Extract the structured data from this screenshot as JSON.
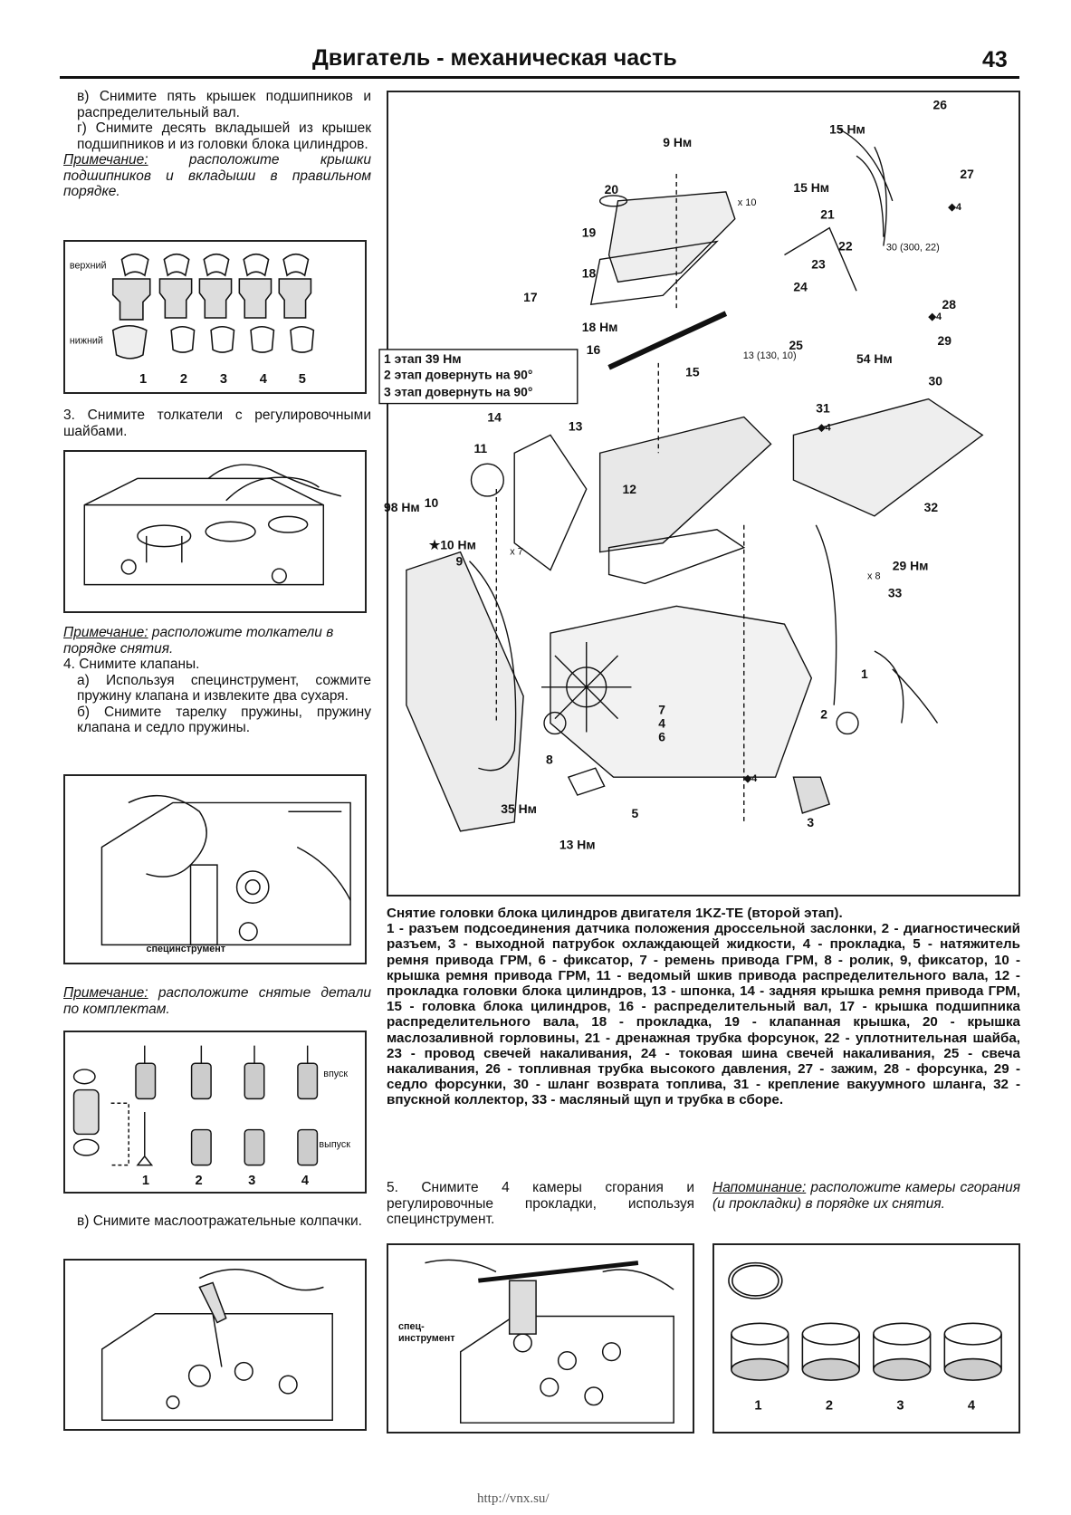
{
  "header": {
    "title": "Двигатель - механическая часть",
    "page_number": "43"
  },
  "left": {
    "p1": "в) Снимите пять крышек подшипников и распределительный вал.",
    "p2": "г) Снимите десять вкладышей из крышек подшипников и из головки блока цилиндров.",
    "note1_label": "Примечание:",
    "note1_text": " расположите крышки подшипников и вкладыши в правильном порядке.",
    "fig1": {
      "upper": "верхний",
      "lower": "нижний",
      "n1": "1",
      "n2": "2",
      "n3": "3",
      "n4": "4",
      "n5": "5"
    },
    "step3": "3. Снимите толкатели с регулировочными шайбами.",
    "note2_label": "Примечание:",
    "note2_text": " расположите толкатели в порядке снятия.",
    "step4": "4. Снимите клапаны.",
    "step4a": "а) Используя специнструмент, сожмите пружину клапана и извлеките два сухаря.",
    "step4b": "б) Снимите тарелку пружины, пружину клапана и седло пружины.",
    "fig3_label": "специнструмент",
    "note3_label": "Примечание:",
    "note3_text": " расположите снятые детали по комплектам.",
    "fig4": {
      "intake": "впуск",
      "exhaust": "выпуск",
      "n1": "1",
      "n2": "2",
      "n3": "3",
      "n4": "4"
    },
    "step4v": "в) Снимите маслоотражательные колпачки."
  },
  "diagram": {
    "torque_box": [
      "1 этап 39 Нм",
      "2 этап довернуть на 90°",
      "3 этап довернуть на 90°"
    ],
    "t_9nm": "9 Нм",
    "t_x10": "x 10",
    "t_15nm_a": "15 Нм",
    "t_15nm_b": "15 Нм",
    "t_18nm": "18 Нм",
    "t_98nm": "98 Нм",
    "t_10nm": "★10 Нм",
    "t_x7": "x 7",
    "t_54nm": "54 Нм",
    "t_29nm": "29 Нм",
    "t_x8": "x 8",
    "t_35nm": "35 Нм",
    "t_13nm": "13 Нм",
    "box_30": "30 (300, 22)",
    "box_13": "13 (130, 10)",
    "d4": "◆4"
  },
  "caption": {
    "title": "Снятие головки блока цилиндров двигателя 1KZ-TE (второй этап).",
    "body": "1 - разъем подсоединения датчика положения дроссельной заслонки, 2 - диагностический разъем, 3 - выходной патрубок охлаждающей жидкости, 4 - прокладка, 5 - натяжитель ремня привода ГРМ, 6 - фиксатор, 7 - ремень привода ГРМ, 8 - ролик, 9, фиксатор, 10 - крышка ремня привода ГРМ, 11 - ведомый шкив привода распределительного вала, 12 - прокладка головки блока цилиндров, 13 - шпонка, 14 - задняя крышка ремня привода ГРМ, 15 - головка блока цилиндров, 16 - распределительный вал, 17 - крышка подшипника распределительного вала, 18 - прокладка, 19 - клапанная крышка, 20 - крышка маслозаливной горловины, 21 - дренажная трубка форсунок, 22 - уплотнительная шайба, 23 - провод свечей накаливания, 24 - токовая шина свечей накаливания, 25 - свеча накаливания, 26 - топливная трубка высокого давления, 27 - зажим, 28 - форсунка, 29 - седло форсунки, 30 - шланг возврата топлива, 31 - крепление вакуумного шланга, 32 - впускной коллектор, 33 - масляный щуп и трубка в сборе."
  },
  "step5": "5. Снимите 4 камеры сгорания и регулировочные прокладки, используя специнструмент.",
  "reminder_label": "Напоминание:",
  "reminder_text": " расположите камеры сгорания (и прокладки) в порядке их снятия.",
  "fig6": {
    "label_top": "спец-",
    "label_bottom": "инструмент"
  },
  "fig7": {
    "n1": "1",
    "n2": "2",
    "n3": "3",
    "n4": "4"
  },
  "footer_url": "http://vnx.su/"
}
